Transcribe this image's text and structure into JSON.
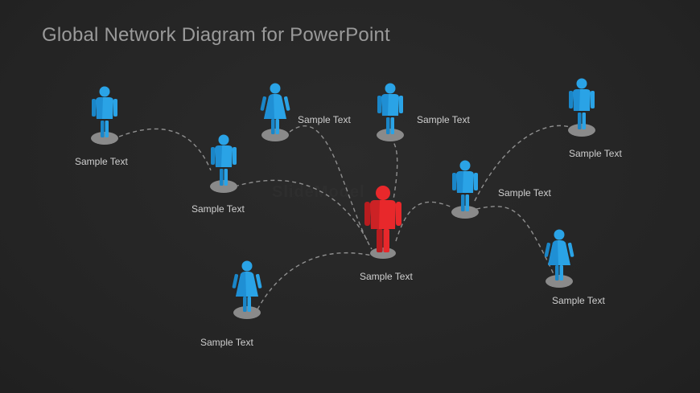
{
  "slide": {
    "title": "Global Network Diagram for PowerPoint",
    "watermark": "SlideModel"
  },
  "colors": {
    "background": "#262626",
    "person": "#2aa3e6",
    "person_shade": "#1a86c8",
    "hub": "#e8282b",
    "hub_shade": "#b81c1f",
    "base": "#8a8a8a",
    "connector": "#8f8f8f"
  },
  "nodes": [
    {
      "id": "man-top-left",
      "icon": "man-icon",
      "label": "Sample Text"
    },
    {
      "id": "woman-top",
      "icon": "woman-icon",
      "label": "Sample Text"
    },
    {
      "id": "man-top-center",
      "icon": "man-icon",
      "label": "Sample Text"
    },
    {
      "id": "man-top-right",
      "icon": "man-icon",
      "label": "Sample Text"
    },
    {
      "id": "man-middle-left",
      "icon": "man-icon",
      "label": "Sample Text"
    },
    {
      "id": "man-middle-right",
      "icon": "man-icon",
      "label": "Sample Text"
    },
    {
      "id": "hub-person",
      "icon": "hub-person-icon",
      "label": "Sample Text"
    },
    {
      "id": "woman-bottom-left",
      "icon": "woman-icon",
      "label": "Sample Text"
    },
    {
      "id": "woman-bottom-right",
      "icon": "woman-icon",
      "label": "Sample Text"
    }
  ]
}
